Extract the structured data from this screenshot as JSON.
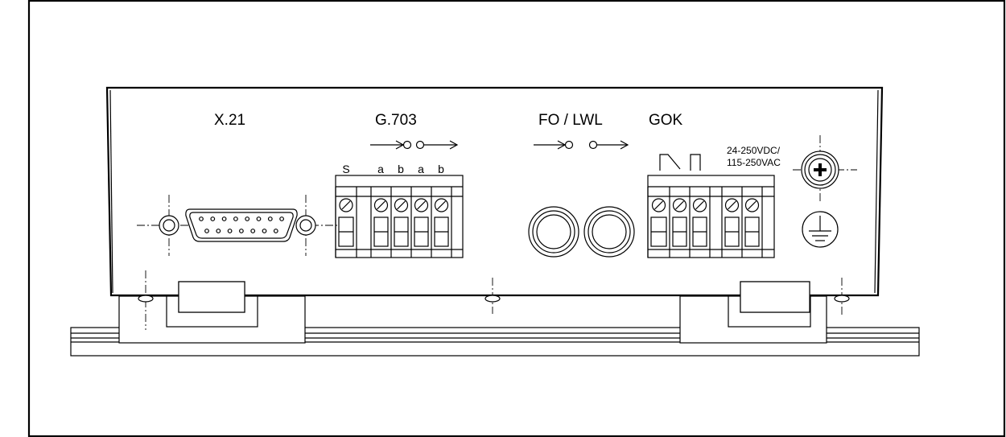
{
  "labels": {
    "x21": "X.21",
    "g703": "G.703",
    "fo_lwl": "FO / LWL",
    "gok": "GOK",
    "power_line1": "24-250VDC/",
    "power_line2": "115-250VAC"
  },
  "g703_terminals": [
    "S",
    "a",
    "b",
    "a",
    "b"
  ]
}
